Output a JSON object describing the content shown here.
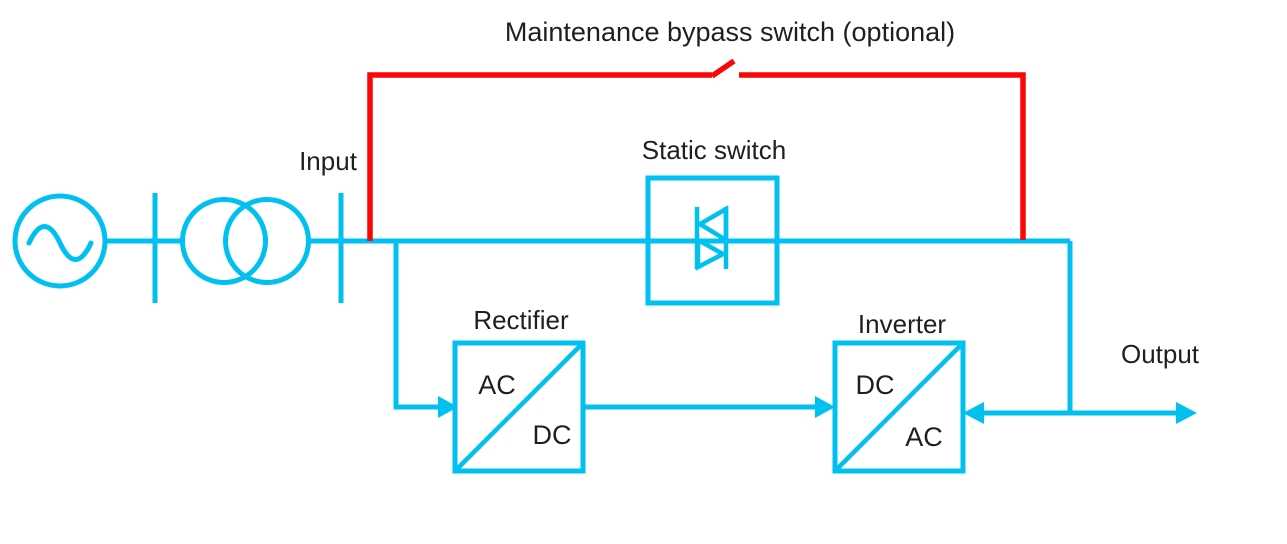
{
  "diagram": {
    "title": "Maintenance bypass switch (optional)",
    "labels": {
      "input": "Input",
      "output": "Output",
      "static_switch": "Static switch",
      "rectifier": "Rectifier",
      "inverter": "Inverter",
      "rectifier_in": "AC",
      "rectifier_out": "DC",
      "inverter_in": "DC",
      "inverter_out": "AC"
    },
    "icons": {
      "ac_source": "circle-with-sine-wave",
      "transformer": "two-overlapping-circles",
      "busbar": "vertical-tick",
      "static_switch": "triac-antiparallel-triangles",
      "bypass_switch": "open-knife-switch",
      "converter": "square-with-diagonal",
      "flow": "solid-triangle-arrowheads"
    }
  },
  "colors": {
    "line": "#00c0f0",
    "bypass": "#fb0505",
    "text": "#1f1f1f",
    "background": "#ffffff"
  }
}
